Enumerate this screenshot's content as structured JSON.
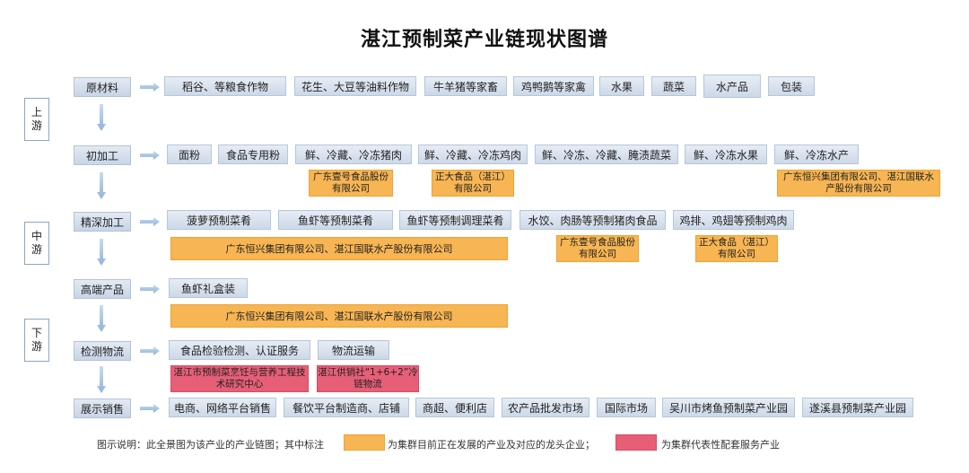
{
  "title": "湛江预制菜产业链现状图谱",
  "stages": [
    "上游",
    "中游",
    "下游"
  ],
  "rows": [
    {
      "category": "原材料",
      "items": [
        "稻谷、等粮食作物",
        "花生、大豆等油料作物",
        "牛羊猪等家畜",
        "鸡鸭鹅等家禽",
        "水果",
        "蔬菜",
        "水产品",
        "包装"
      ]
    },
    {
      "category": "初加工",
      "items": [
        "面粉",
        "食品专用粉",
        "鲜、冷藏、冷冻猪肉",
        "鲜、冷藏、冷冻鸡肉",
        "鲜、冷冻、冷藏、腌渍蔬菜",
        "鲜、冷冻水果",
        "鲜、冷冻水产"
      ]
    },
    {
      "category": "精深加工",
      "items": [
        "菠萝预制菜肴",
        "鱼虾等预制菜肴",
        "鱼虾等预制调理菜肴",
        "水饺、肉肠等预制猪肉食品",
        "鸡排、鸡翅等预制鸡肉"
      ]
    },
    {
      "category": "高端产品",
      "items": [
        "鱼虾礼盒装"
      ]
    },
    {
      "category": "检测物流",
      "items": [
        "食品检验检测、认证服务",
        "物流运输"
      ]
    },
    {
      "category": "展示销售",
      "items": [
        "电商、网络平台销售",
        "餐饮平台制造商、店铺",
        "商超、便利店",
        "农产品批发市场",
        "国际市场",
        "吴川市烤鱼预制菜产业园",
        "遂溪县预制菜产业园"
      ]
    }
  ],
  "companies": {
    "c1": "广东壹号食品股份有限公司",
    "c2": "正大食品（湛江）有限公司",
    "c3": "广东恒兴集团有限公司、湛江国联水产股份有限公司",
    "c4": "广东恒兴集团有限公司、湛江国联水产股份有限公司",
    "c5": "广东壹号食品股份有限公司",
    "c6": "正大食品（湛江）有限公司",
    "c7": "广东恒兴集团有限公司、湛江国联水产股份有限公司"
  },
  "services": {
    "s1": "湛江市预制菜烹饪与营养工程技术研究中心",
    "s2": "湛江供销社“1+6+2”冷链物流"
  },
  "legend": {
    "prefix": "图示说明：此全景图为该产业的产业链图；其中标注",
    "orange_text": "为集群目前正在发展的产业及对应的龙头企业；",
    "red_text": "为集群代表性配套服务产业"
  },
  "colors": {
    "orange": "#f7b553",
    "red": "#e65f77",
    "box": "#d5dfec",
    "arrow": "#9dbde0"
  }
}
